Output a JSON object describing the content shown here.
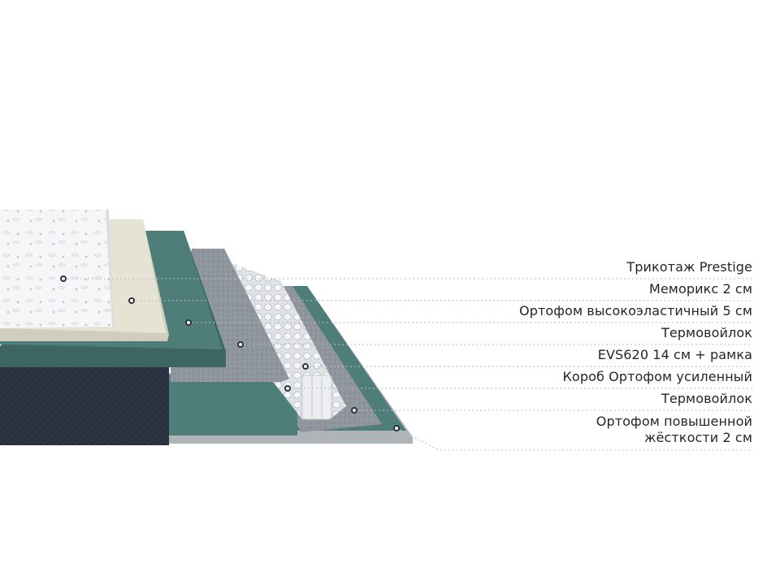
{
  "labels": [
    {
      "id": "knit",
      "text": "Трикотаж Prestige"
    },
    {
      "id": "memory",
      "text": "Мемори­кс 2 см"
    },
    {
      "id": "orthofoam-hi",
      "text": "Ортофом высокоэластичный 5 см"
    },
    {
      "id": "felt-top",
      "text": "Термовойлок"
    },
    {
      "id": "springs",
      "text": "EVS620 14 см + рамка"
    },
    {
      "id": "box",
      "text": "Короб Ортофом усиленный"
    },
    {
      "id": "felt-bottom",
      "text": "Термовойлок"
    },
    {
      "id": "orthofoam-firm",
      "text_line1": "Ортофом повышенной",
      "text_line2": "жёсткости 2 см"
    }
  ],
  "colors": {
    "knit": "#f2f4f5",
    "memory": "#e4e2d3",
    "teal": "#4f7d79",
    "teal_dark": "#3d6663",
    "felt": "#8e949c",
    "springs": "#eef0f2",
    "side_fabric": "#27313d",
    "leader_line": "#b8bcbf",
    "dot": "#2b3338"
  }
}
